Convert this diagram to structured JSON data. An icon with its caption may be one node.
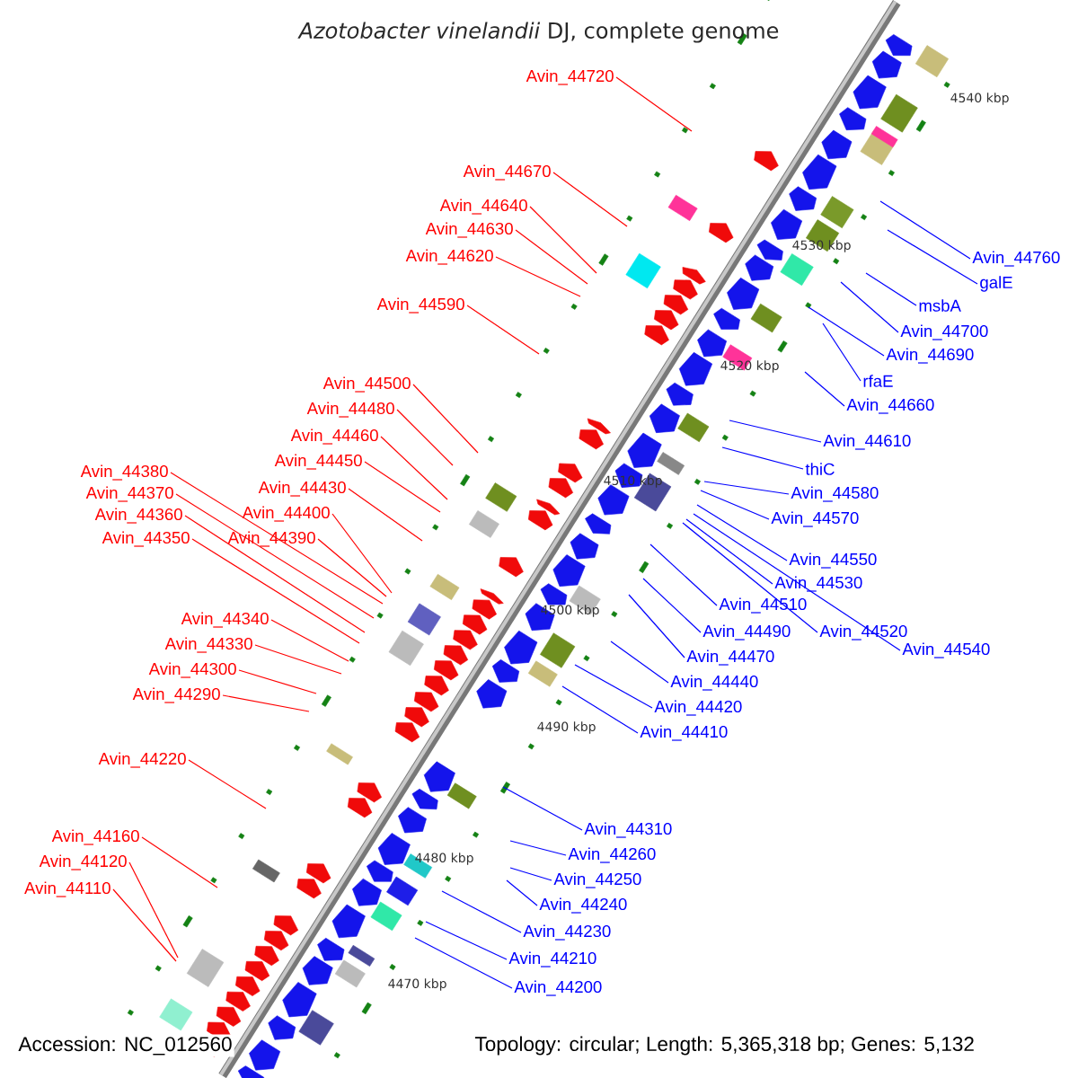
{
  "diagram": {
    "title": "*Azotobacter vinelandii* DJ, complete genome",
    "nodes": [
      {
        "text": [
          "Avin_44720"
        ]
      },
      {
        "text": [
          "Avin_44670"
        ]
      },
      {
        "text": [
          "Avin_44640"
        ]
      },
      {
        "text": [
          "Avin_44630"
        ]
      },
      {
        "text": [
          "Avin_44620"
        ]
      },
      {
        "text": [
          "Avin_44760"
        ]
      },
      {
        "text": [
          "galE"
        ]
      },
      {
        "text": [
          "Avin_44590"
        ]
      },
      {
        "text": [
          "msbA"
        ]
      },
      {
        "text": [
          "Avin_44700"
        ]
      },
      {
        "text": [
          "Avin_44690"
        ]
      },
      {
        "text": [
          "rfaE"
        ]
      },
      {
        "text": [
          "Avin_44500"
        ]
      },
      {
        "text": [
          "Avin_44660"
        ]
      },
      {
        "text": [
          "Avin_44480"
        ]
      },
      {
        "text": [
          "Avin_44460"
        ]
      },
      {
        "text": [
          "Avin_44610"
        ]
      },
      {
        "text": [
          "Avin_44450"
        ]
      },
      {
        "text": [
          "thiC"
        ]
      },
      {
        "text": [
          "Avin_44380"
        ]
      },
      {
        "text": [
          "Avin_44430"
        ]
      },
      {
        "text": [
          "Avin_44370"
        ]
      },
      {
        "text": [
          "Avin_44580"
        ]
      },
      {
        "text": [
          "Avin_44400"
        ]
      },
      {
        "text": [
          "Avin_44360"
        ]
      },
      {
        "text": [
          "Avin_44570"
        ]
      },
      {
        "text": [
          "Avin_44390"
        ]
      },
      {
        "text": [
          "Avin_44350"
        ]
      },
      {
        "text": [
          "Avin_44550"
        ]
      },
      {
        "text": [
          "Avin_44530"
        ]
      },
      {
        "text": [
          "Avin_44510"
        ]
      },
      {
        "text": [
          "Avin_44340"
        ]
      },
      {
        "text": [
          "Avin_44520"
        ]
      },
      {
        "text": [
          "Avin_44490"
        ]
      },
      {
        "text": [
          "Avin_44330"
        ]
      },
      {
        "text": [
          "Avin_44540"
        ]
      },
      {
        "text": [
          "Avin_44470"
        ]
      },
      {
        "text": [
          "Avin_44300"
        ]
      },
      {
        "text": [
          "Avin_44440"
        ]
      },
      {
        "text": [
          "Avin_44290"
        ]
      },
      {
        "text": [
          "Avin_44420"
        ]
      },
      {
        "text": [
          "Avin_44410"
        ]
      },
      {
        "text": [
          "Avin_44220"
        ]
      },
      {
        "text": [
          "Avin_44310"
        ]
      },
      {
        "text": [
          "Avin_44160"
        ]
      },
      {
        "text": [
          "Avin_44260"
        ]
      },
      {
        "text": [
          "Avin_44120"
        ]
      },
      {
        "text": [
          "Avin_44250"
        ]
      },
      {
        "text": [
          "Avin_44110"
        ]
      },
      {
        "text": [
          "Avin_44240"
        ]
      },
      {
        "text": [
          "Avin_44230"
        ]
      },
      {
        "text": [
          "Avin_44210"
        ]
      },
      {
        "text": [
          "Avin_44200"
        ]
      }
    ],
    "edges": [
      {
        "from": 0,
        "to": null,
        "arrow": "none",
        "color": "#ff0000"
      },
      {
        "from": 1,
        "to": null,
        "arrow": "none",
        "color": "#ff0000"
      },
      {
        "from": 2,
        "to": null,
        "arrow": "none",
        "color": "#ff0000"
      },
      {
        "from": 3,
        "to": null,
        "arrow": "none",
        "color": "#ff0000"
      },
      {
        "from": 4,
        "to": null,
        "arrow": "none",
        "color": "#ff0000"
      },
      {
        "from": 5,
        "to": null,
        "arrow": "none"
      },
      {
        "from": 6,
        "to": null,
        "arrow": "none"
      },
      {
        "from": 7,
        "to": null,
        "arrow": "none",
        "color": "#ff0000"
      },
      {
        "from": 8,
        "to": null,
        "arrow": "none"
      },
      {
        "from": 9,
        "to": null,
        "arrow": "none"
      },
      {
        "from": 10,
        "to": null,
        "arrow": "none"
      },
      {
        "from": 11,
        "to": null,
        "arrow": "none"
      },
      {
        "from": 12,
        "to": null,
        "arrow": "none",
        "color": "#ff0000"
      },
      {
        "from": 13,
        "to": null,
        "arrow": "none"
      },
      {
        "from": 14,
        "to": null,
        "arrow": "none",
        "color": "#ff0000"
      },
      {
        "from": 15,
        "to": null,
        "arrow": "none",
        "color": "#ff0000"
      },
      {
        "from": 16,
        "to": null,
        "arrow": "none"
      },
      {
        "from": 17,
        "to": null,
        "arrow": "none",
        "color": "#ff0000"
      },
      {
        "from": 18,
        "to": null,
        "arrow": "none"
      },
      {
        "from": 19,
        "to": null,
        "arrow": "none",
        "color": "#ff0000"
      },
      {
        "from": 20,
        "to": null,
        "arrow": "none",
        "color": "#ff0000"
      },
      {
        "from": 21,
        "to": null,
        "arrow": "none",
        "color": "#ff0000"
      },
      {
        "from": 22,
        "to": null,
        "arrow": "none"
      },
      {
        "from": 23,
        "to": null,
        "arrow": "none",
        "color": "#ff0000"
      },
      {
        "from": 24,
        "to": null,
        "arrow": "none",
        "color": "#ff0000"
      },
      {
        "from": 25,
        "to": null,
        "arrow": "none"
      },
      {
        "from": 26,
        "to": null,
        "arrow": "none",
        "color": "#ff0000"
      },
      {
        "from": 27,
        "to": null,
        "arrow": "none",
        "color": "#ff0000"
      },
      {
        "from": 28,
        "to": null,
        "arrow": "none"
      },
      {
        "from": 29,
        "to": null,
        "arrow": "none"
      },
      {
        "from": 30,
        "to": null,
        "arrow": "none"
      },
      {
        "from": 31,
        "to": null,
        "arrow": "none",
        "color": "#ff0000"
      },
      {
        "from": 32,
        "to": null,
        "arrow": "none"
      },
      {
        "from": 33,
        "to": null,
        "arrow": "none"
      },
      {
        "from": 34,
        "to": null,
        "arrow": "none",
        "color": "#ff0000"
      },
      {
        "from": 35,
        "to": null,
        "arrow": "none"
      },
      {
        "from": 36,
        "to": null,
        "arrow": "none"
      },
      {
        "from": 37,
        "to": null,
        "arrow": "none",
        "color": "#ff0000"
      },
      {
        "from": 38,
        "to": null,
        "arrow": "none"
      },
      {
        "from": 39,
        "to": null,
        "arrow": "none",
        "color": "#ff0000"
      },
      {
        "from": 40,
        "to": null,
        "arrow": "none"
      },
      {
        "from": 41,
        "to": null,
        "arrow": "none"
      },
      {
        "from": 42,
        "to": null,
        "arrow": "none",
        "color": "#ff0000"
      },
      {
        "from": 43,
        "to": null,
        "arrow": "none"
      },
      {
        "from": 44,
        "to": null,
        "arrow": "none",
        "color": "#ff0000"
      },
      {
        "from": 45,
        "to": null,
        "arrow": "none"
      },
      {
        "from": 46,
        "to": null,
        "arrow": "none",
        "color": "#ff0000"
      },
      {
        "from": 47,
        "to": null,
        "arrow": "none"
      },
      {
        "from": 48,
        "to": null,
        "arrow": "none",
        "color": "#ff0000"
      },
      {
        "from": 49,
        "to": null,
        "arrow": "none"
      },
      {
        "from": 50,
        "to": null,
        "arrow": "none"
      },
      {
        "from": 51,
        "to": null,
        "arrow": "none"
      },
      {
        "from": 52,
        "to": null,
        "arrow": "none"
      }
    ],
    "labels": [
      "4540 kbp",
      "4530 kbp",
      "4520 kbp",
      "4510 kbp",
      "4500 kbp",
      "4490 kbp",
      "4480 kbp",
      "4470 kbp",
      "Accession: NC_012560",
      "Topology: circular; Length: 5,365,318 bp; Genes: 5,132"
    ]
  }
}
